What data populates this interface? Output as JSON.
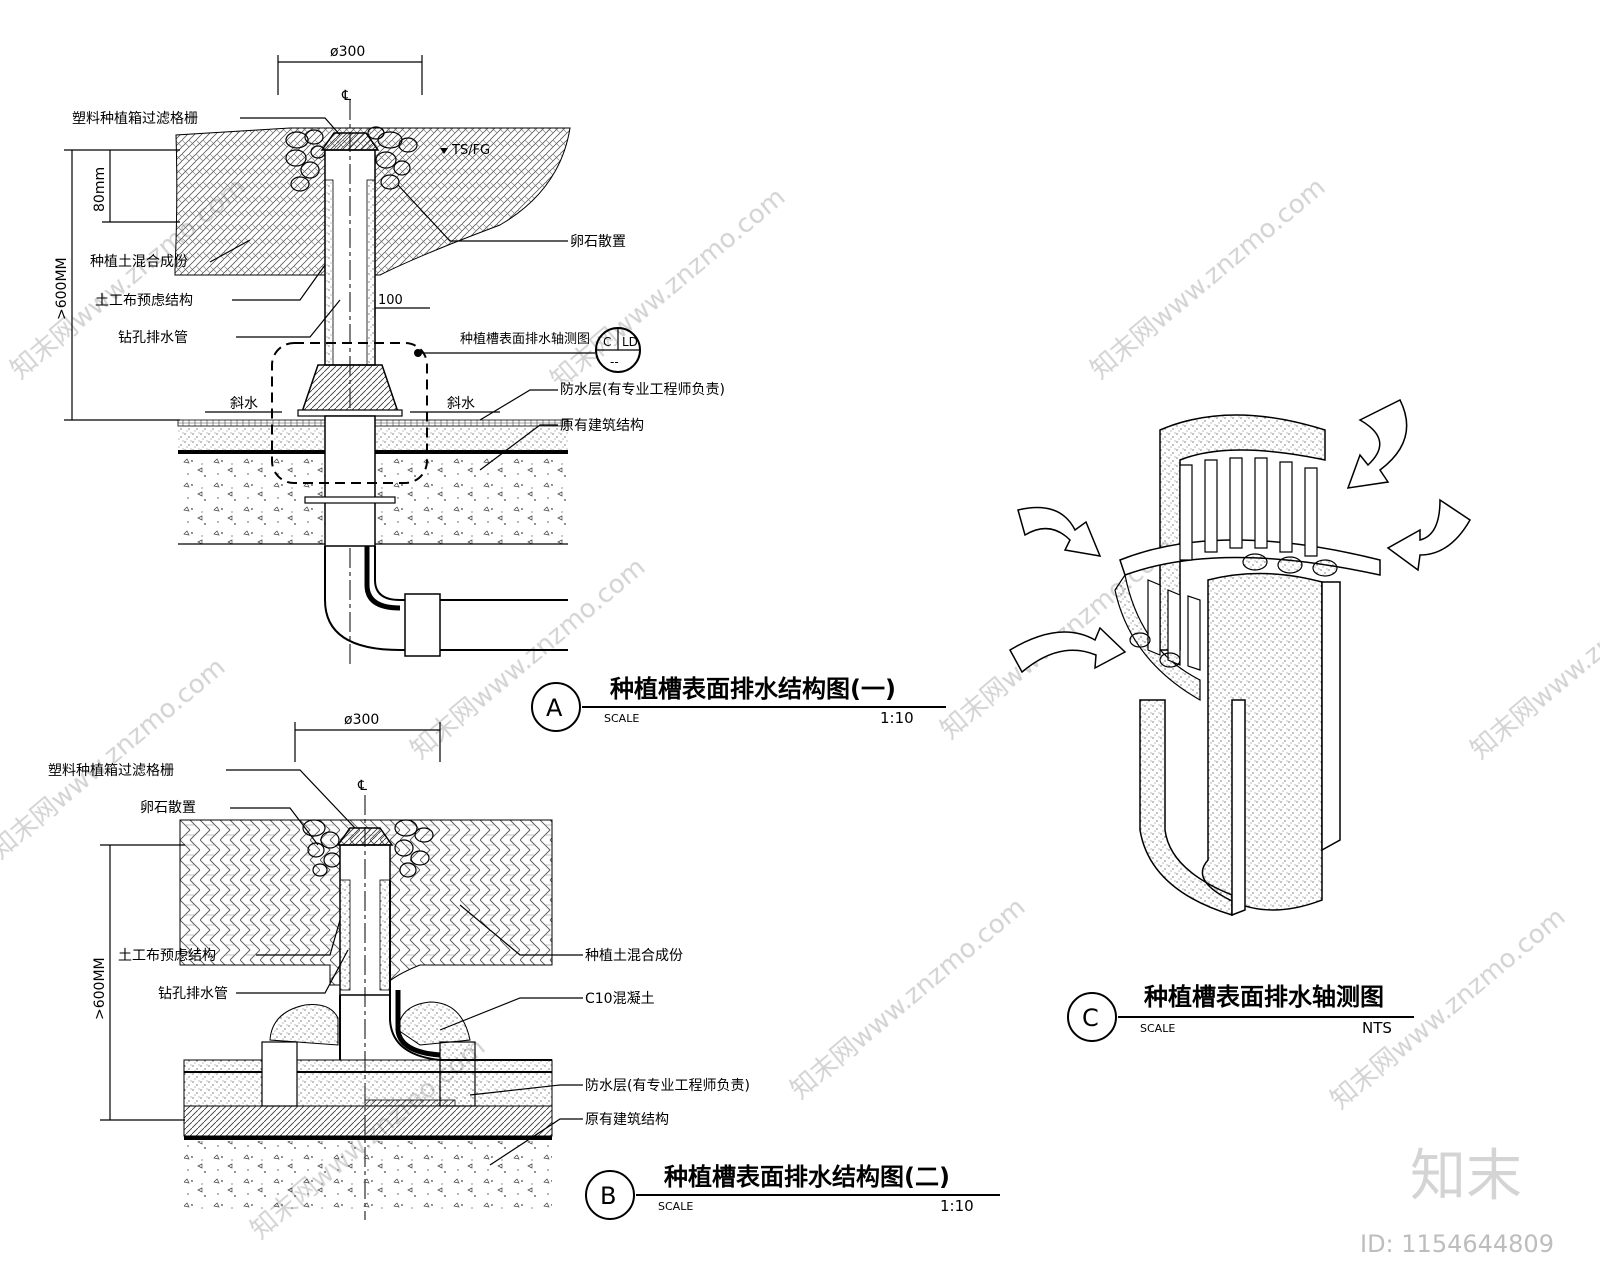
{
  "watermark": {
    "text": "知末网www.znzmo.com",
    "logo": "知末",
    "id_label": "ID: 1154644809"
  },
  "detail_a": {
    "dim_top": "ø300",
    "centerline": "℄",
    "dim_depth": "80mm",
    "dim_total": ">600MM",
    "dim_offset": "100",
    "level_tag": "TS/FG",
    "labels": {
      "grille": "塑料种植箱过滤格栅",
      "soil": "种植土混合成份",
      "geotextile": "土工布预虑结构",
      "pipe": "钻孔排水管",
      "cobble": "卵石散置",
      "ref_note": "种植槽表面排水轴测图",
      "waterproof": "防水层(有专业工程师负责)",
      "existing": "原有建筑结构",
      "slope_left": "斜水",
      "slope_right": "斜水"
    },
    "ref_bubble": {
      "top_left": "C",
      "top_right": "LD",
      "bottom": "--"
    },
    "title_letter": "A",
    "title": "种植槽表面排水结构图(一)",
    "scale_label": "SCALE",
    "scale_value": "1:10"
  },
  "detail_b": {
    "dim_top": "ø300",
    "centerline": "℄",
    "dim_total": ">600MM",
    "labels": {
      "grille": "塑料种植箱过滤格栅",
      "cobble": "卵石散置",
      "geotextile": "土工布预虑结构",
      "pipe": "钻孔排水管",
      "soil": "种植土混合成份",
      "concrete": "C10混凝土",
      "waterproof": "防水层(有专业工程师负责)",
      "existing": "原有建筑结构"
    },
    "title_letter": "B",
    "title": "种植槽表面排水结构图(二)",
    "scale_label": "SCALE",
    "scale_value": "1:10"
  },
  "detail_c": {
    "title_letter": "C",
    "title": "种植槽表面排水轴测图",
    "scale_label": "SCALE",
    "scale_value": "NTS"
  }
}
